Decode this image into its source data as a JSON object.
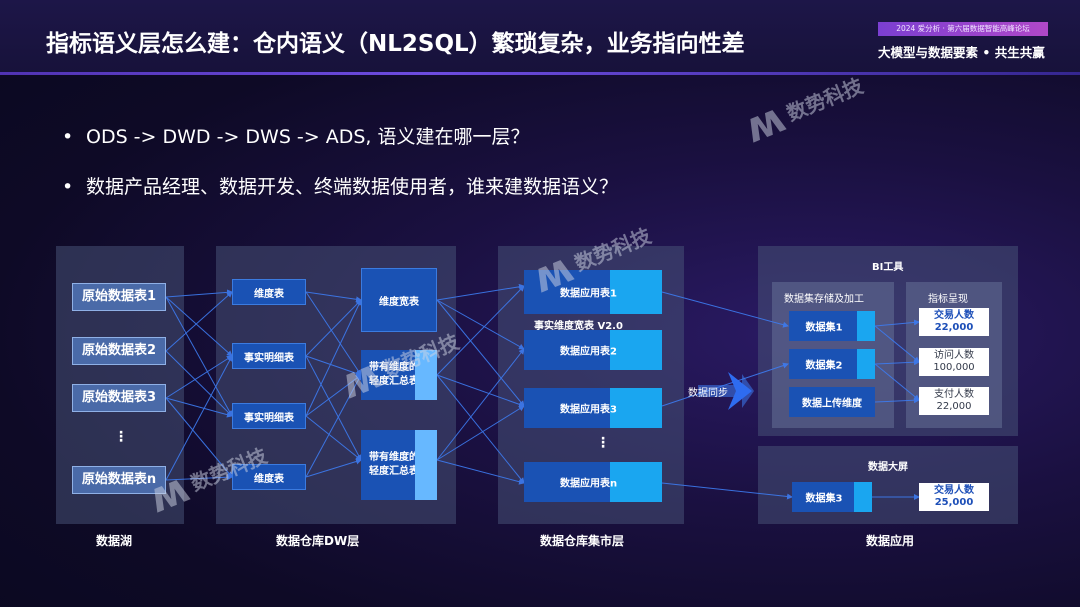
{
  "header": {
    "title": "指标语义层怎么建：仓内语义（NL2SQL）繁琐复杂，业务指向性差",
    "conference": "2024 爱分析 · 第六届数据智能高峰论坛",
    "slogan": "大模型与数据要素 • 共生共赢"
  },
  "bullets": [
    "ODS -> DWD -> DWS -> ADS, 语义建在哪一层？",
    "数据产品经理、数据开发、终端数据使用者，谁来建数据语义？"
  ],
  "watermark": "数势科技",
  "lake": {
    "tables": [
      "原始数据表1",
      "原始数据表2",
      "原始数据表3",
      "原始数据表n"
    ],
    "ellipsis": "⋮",
    "caption": "数据湖"
  },
  "dw": {
    "left_boxes": [
      "维度表",
      "事实明细表",
      "事实明细表",
      "维度表"
    ],
    "right_boxes": [
      "维度宽表",
      "带有维度的轻度汇总表",
      "带有维度的轻度汇总表"
    ],
    "caption": "数据仓库DW层"
  },
  "mart": {
    "tables": [
      "数据应用表1",
      "数据应用表2",
      "数据应用表3",
      "数据应用表n"
    ],
    "wide_label": "事实维度宽表 V2.0",
    "ellipsis": "⋮",
    "caption": "数据仓库集市层"
  },
  "sync_label": "数据同步",
  "bi": {
    "title": "BI工具",
    "storage_title": "数据集存储及加工",
    "datasets": [
      "数据集1",
      "数据集2",
      "数据上传维度"
    ],
    "metrics_title": "指标呈现",
    "metrics": [
      {
        "name": "交易人数",
        "value": "22,000"
      },
      {
        "name": "访问人数",
        "value": "100,000"
      },
      {
        "name": "支付人数",
        "value": "22,000"
      }
    ]
  },
  "screen": {
    "title": "数据大屏",
    "dataset": "数据集3",
    "metric": {
      "name": "交易人数",
      "value": "25,000"
    }
  },
  "apps_caption": "数据应用",
  "colors": {
    "arrow": "#3d7bf0",
    "box_blue": "#1a52b4",
    "accent_cyan": "#1aa6f0"
  }
}
